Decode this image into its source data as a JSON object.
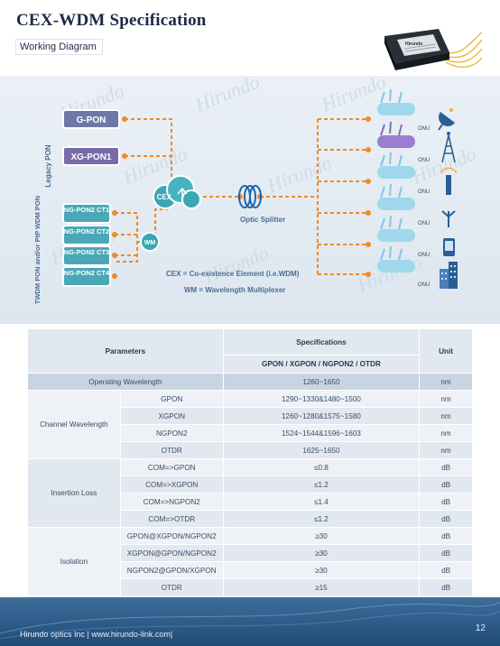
{
  "header": {
    "title": "CEX-WDM Specification",
    "section_label": "Working Diagram",
    "product_label": "Hirundo"
  },
  "diagram": {
    "legacy_pon_label": "Legacy PON",
    "twdm_pon_label": "TWDM PON and/or PtP WDM PON",
    "sources": [
      "G-PON",
      "XG-PON1"
    ],
    "ng_pon2_channels": [
      "NG-PON2 CT1",
      "NG-PON2 CT2",
      "NG-PON2 CT3",
      "NG-PON2 CT4"
    ],
    "wm_badge": "WM",
    "cex_badge": "CEX",
    "splitter_label": "Optic Splitter",
    "onu_label": "ONU",
    "onu_count": 6,
    "legend_cex": "CEX = Co-existence Element (i.e.WDM)",
    "legend_wm": "WM = Wavelength Multiplexer",
    "watermark": "Hirundo",
    "colors": {
      "source_box": "#6e78a8",
      "ng_box": "#4aa8b6",
      "line": "#f08a24",
      "badge": "#3aa7b5",
      "band": "#dde6ef"
    },
    "device_icons": [
      "satellite-dish-icon",
      "radio-tower-icon",
      "cell-tower-icon",
      "antenna-icon",
      "phone-icon",
      "building-icon"
    ]
  },
  "table": {
    "headers": {
      "parameters": "Parameters",
      "specifications": "Specifications",
      "unit": "Unit",
      "sub": "GPON / XGPON / NGPON2 / OTDR"
    },
    "operating": {
      "label": "Operating Wavelength",
      "value": "1260~1650",
      "unit": "nm"
    },
    "groups": [
      {
        "name": "Channel Wavelength",
        "rows": [
          {
            "port": "GPON",
            "value": "1290~1330&1480~1500",
            "unit": "nm"
          },
          {
            "port": "XGPON",
            "value": "1260~1280&1575~1580",
            "unit": "nm"
          },
          {
            "port": "NGPON2",
            "value": "1524~1544&1596~1603",
            "unit": "nm"
          },
          {
            "port": "OTDR",
            "value": "1625~1650",
            "unit": "nm"
          }
        ]
      },
      {
        "name": "Insertion Loss",
        "rows": [
          {
            "port": "COM=>GPON",
            "value": "≤0.8",
            "unit": "dB"
          },
          {
            "port": "COM=>XGPON",
            "value": "≤1.2",
            "unit": "dB"
          },
          {
            "port": "COM=>NGPON2",
            "value": "≤1.4",
            "unit": "dB"
          },
          {
            "port": "COM=>OTDR",
            "value": "≤1.2",
            "unit": "dB"
          }
        ]
      },
      {
        "name": "Isolation",
        "rows": [
          {
            "port": "GPON@XGPON/NGPON2",
            "value": "≥30",
            "unit": "dB"
          },
          {
            "port": "XGPON@GPON/NGPON2",
            "value": "≥30",
            "unit": "dB"
          },
          {
            "port": "NGPON2@GPON/XGPON",
            "value": "≥30",
            "unit": "dB"
          },
          {
            "port": "OTDR",
            "value": "≥15",
            "unit": "dB"
          }
        ]
      }
    ]
  },
  "footer": {
    "company": "Hirundo optics Inc | www.hirundo-link.com|",
    "page_number": "12"
  }
}
